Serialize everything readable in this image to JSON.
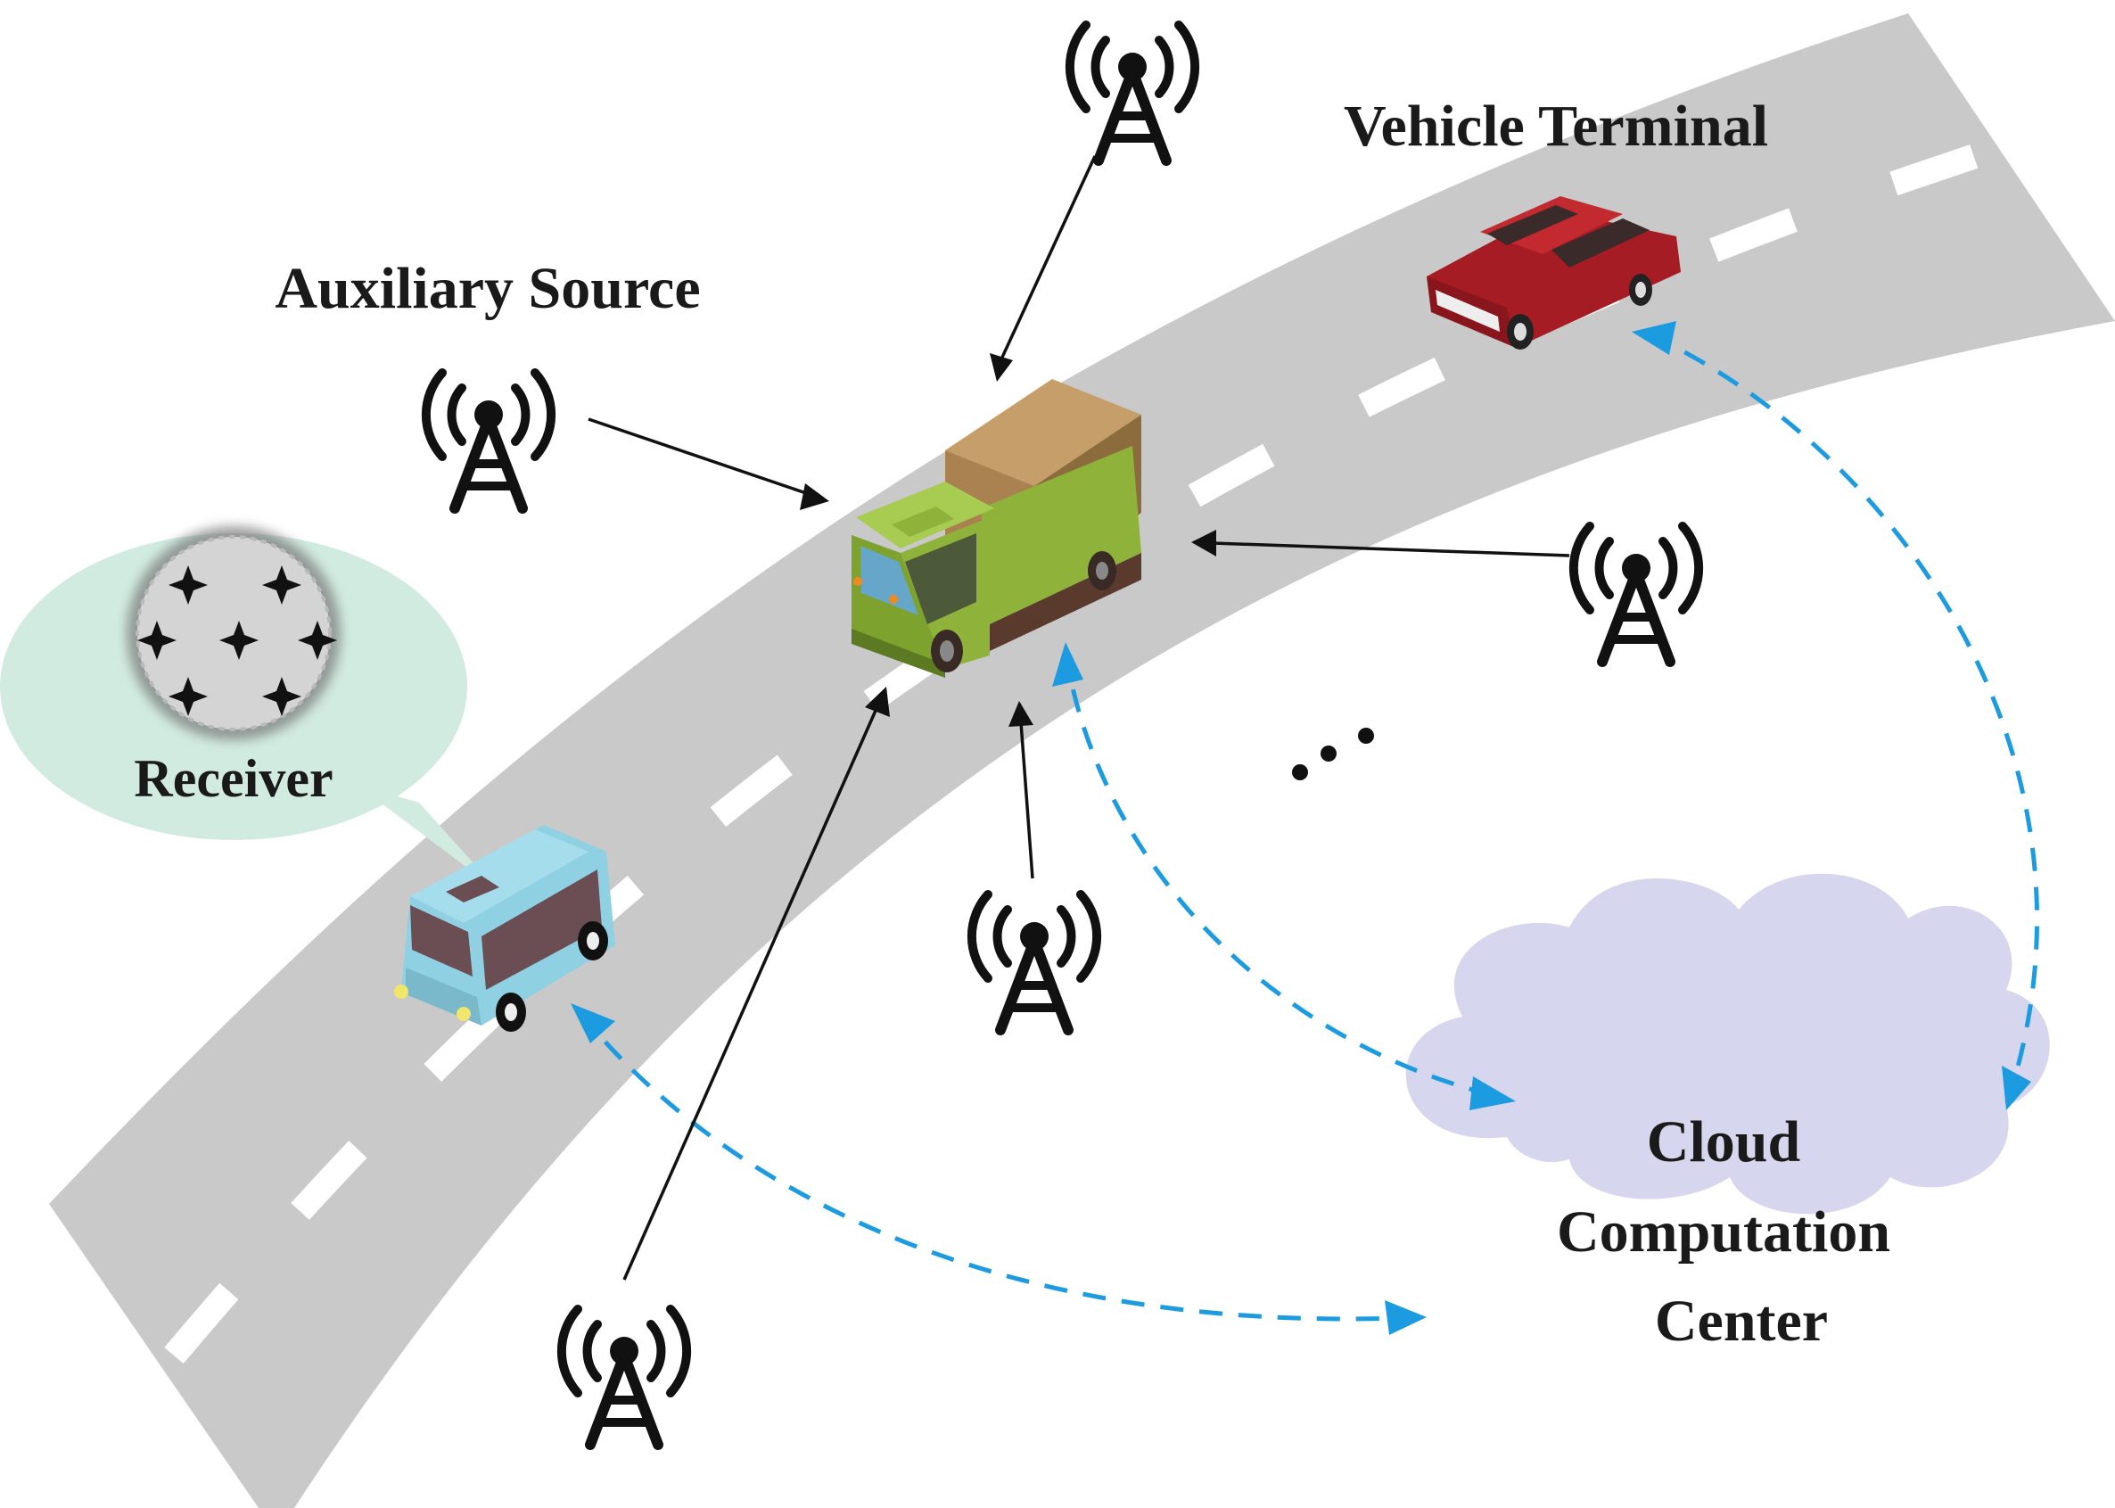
{
  "labels": {
    "vehicle_terminal": "Vehicle Terminal",
    "auxiliary_source": "Auxiliary Source",
    "receiver": "Receiver",
    "ellipsis": "…",
    "cloud_line1": "Cloud",
    "cloud_line2": "Computation",
    "cloud_line3": "Center"
  },
  "colors": {
    "road": "#c9c9c9",
    "lane_mark": "#ffffff",
    "solid_arrow": "#111111",
    "dashed_link": "#1d9be0",
    "cloud": "#d6d6ee",
    "receiver_bubble": "#d1ebe0",
    "truck_cab": "#8fb33a",
    "truck_box": "#b08a5a",
    "red_car": "#a51c24",
    "blue_van": "#8fd0e3"
  },
  "icons": {
    "tower": "radio-tower-icon",
    "constellation": "signal-constellation-icon"
  }
}
